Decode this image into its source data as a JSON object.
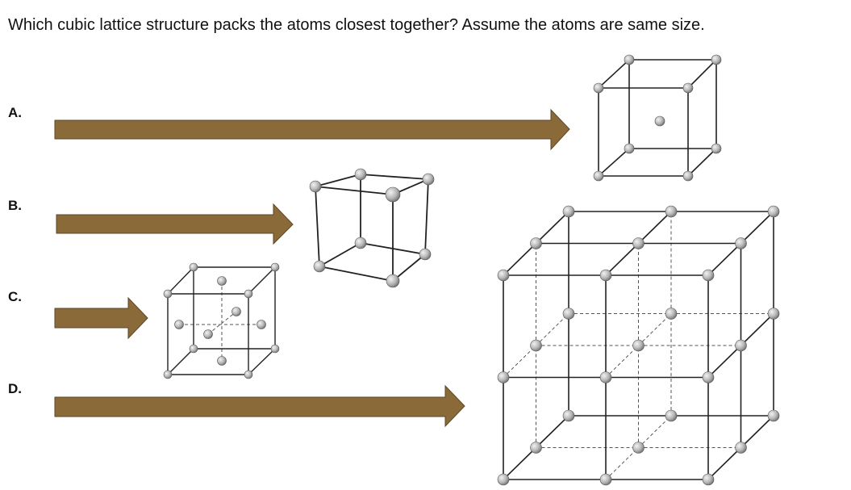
{
  "question": "Which cubic lattice structure packs the atoms closest together? Assume the atoms are same size.",
  "options": [
    {
      "label": "A."
    },
    {
      "label": "B."
    },
    {
      "label": "C."
    },
    {
      "label": "D."
    }
  ],
  "colors": {
    "arrow_fill": "#8b6a3a",
    "arrow_stroke": "#5e4624",
    "edge": "#222222",
    "atom_light": "#f2f2f2",
    "atom_dark": "#7a7a7a"
  },
  "icons": [
    "arrow-right-icon",
    "bcc-cube-icon",
    "simple-cubic-icon",
    "fcc-cube-icon",
    "large-lattice-icon"
  ]
}
